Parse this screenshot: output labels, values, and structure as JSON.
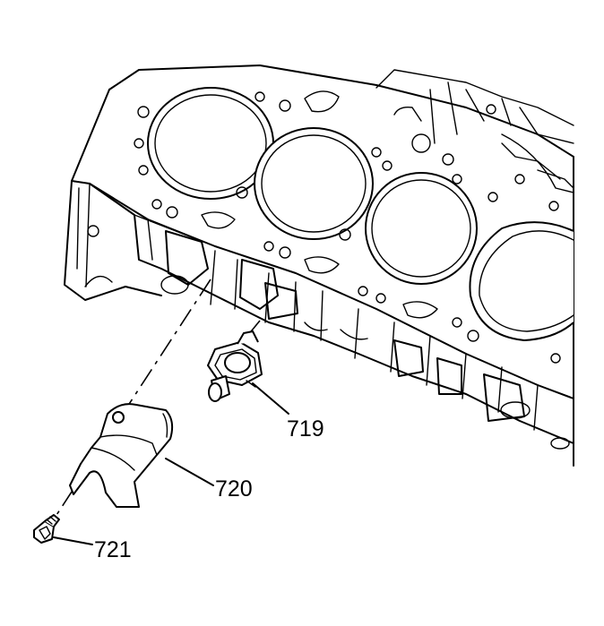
{
  "callouts": {
    "knock_sensor": "719",
    "heat_shield": "720",
    "bolt": "721"
  }
}
